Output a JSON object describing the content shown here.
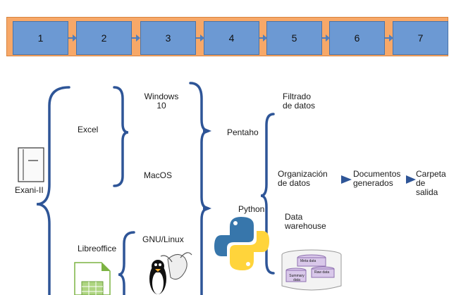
{
  "steps": [
    "1",
    "2",
    "3",
    "4",
    "5",
    "6",
    "7"
  ],
  "source": {
    "label": "Exani-II"
  },
  "tools": {
    "excel": "Excel",
    "libreoffice": "Libreoffice"
  },
  "os": {
    "windows": "Windows\n10",
    "macos": "MacOS",
    "linux": "GNU/Linux"
  },
  "platforms": {
    "pentaho": "Pentaho",
    "python": "Python"
  },
  "processes": {
    "filtrado": "Filtrado\nde datos",
    "organizacion": "Organización\nde datos",
    "warehouse": "Data\nwarehouse"
  },
  "outputs": {
    "documentos": "Documentos\ngenerados",
    "carpeta": "Carpeta\nde salida"
  },
  "warehouse_parts": {
    "meta": "Meta data",
    "summary": "Summary\ndata",
    "raw": "Raw data"
  },
  "colors": {
    "accent": "#2e5597",
    "band": "#f7a868",
    "step": "#6c99d3"
  }
}
